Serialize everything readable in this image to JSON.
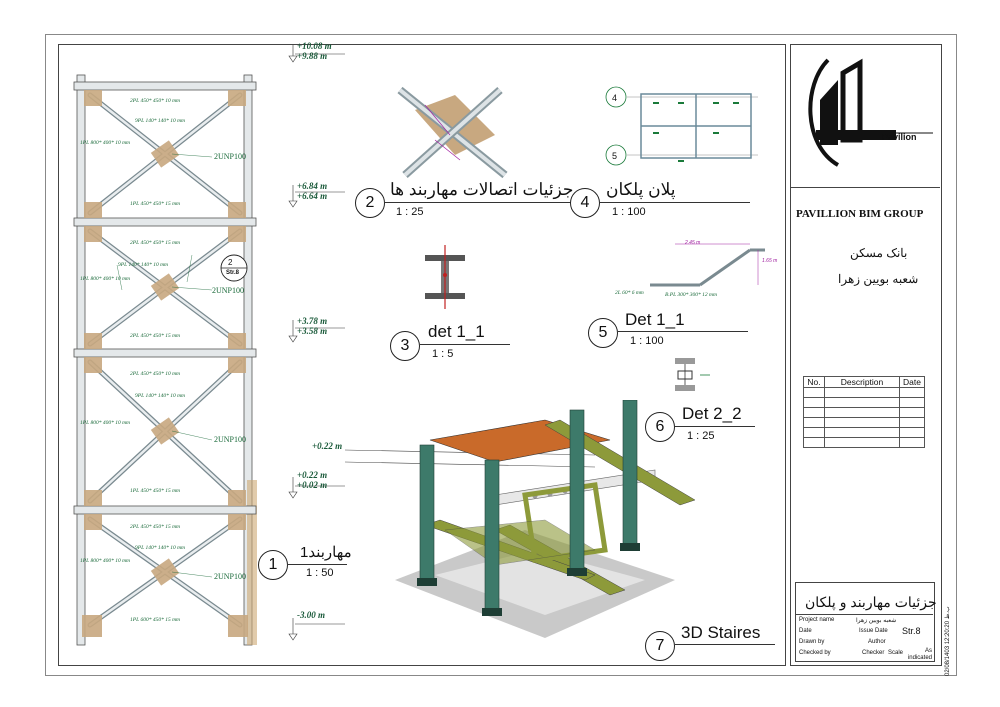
{
  "levels": [
    "+10.08 m",
    "+9.88 m",
    "+6.84 m",
    "+6.64 m",
    "+3.78 m",
    "+3.58 m",
    "+0.22 m",
    "+0.02 m",
    "-3.00 m"
  ],
  "detail_labels": {
    "plate_2pl_10": "2PL 450* 450* 10 mm",
    "plate_2pl_15": "2PL 450* 450* 15 mm",
    "plate_9pl": "9PL 140* 140* 10 mm",
    "plate_1pl_800": "1PL 800* 400* 10 mm",
    "plate_1pl_450": "1PL 450* 450* 15 mm",
    "plate_1pl_600": "1PL 600* 450* 15 mm",
    "unp": "2UNP100",
    "l_angle": "2L 60* 6 mm",
    "base_pl": "B.PL 300* 300* 12 mm",
    "dim_w": "2.45 m",
    "dim_h": "1.65 m",
    "level_022": "+0.22 m"
  },
  "section_tag": {
    "num": "2",
    "ref": "Str.8"
  },
  "views": [
    {
      "num": "1",
      "title": "مهاربند1",
      "scale": "1 : 50"
    },
    {
      "num": "2",
      "title": "جزئیات اتصالات مهاربند ها",
      "scale": "1 : 25"
    },
    {
      "num": "3",
      "title": "det 1_1",
      "scale": "1 : 5"
    },
    {
      "num": "4",
      "title": "پلان پلکان",
      "scale": "1 : 100"
    },
    {
      "num": "5",
      "title": "Det 1_1",
      "scale": "1 : 100"
    },
    {
      "num": "6",
      "title": "Det 2_2",
      "scale": "1 : 25"
    },
    {
      "num": "7",
      "title": "3D Staires",
      "scale": ""
    }
  ],
  "plan_grid": [
    "4",
    "5"
  ],
  "title_block": {
    "logo_text": "Pavilion",
    "company": "PAVILLION BIM GROUP",
    "client_line1": "بانک مسکن",
    "client_line2": "شعبه بویین زهرا",
    "rev_headers": [
      "No.",
      "Description",
      "Date"
    ],
    "sheet_title": "جزئیات مهاربند و پلکان",
    "project_name_label": "Project name",
    "project_name_value": "شعبه بویین زهرا",
    "date_label": "Date",
    "issue_date": "Issue Date",
    "drawn_by_label": "Drawn by",
    "author": "Author",
    "checked_by_label": "Checked by",
    "checker": "Checker",
    "sheet_no": "Str.8",
    "scale_label": "Scale",
    "scale_value": "As indicated",
    "timestamp": "02/08/1403 ب.ظ 12:20:20"
  },
  "colors": {
    "steel_green": "#3d7a6a",
    "yellow_green": "#8d9a3a",
    "gusset": "#c8a880",
    "deck": "#c96a2a"
  }
}
